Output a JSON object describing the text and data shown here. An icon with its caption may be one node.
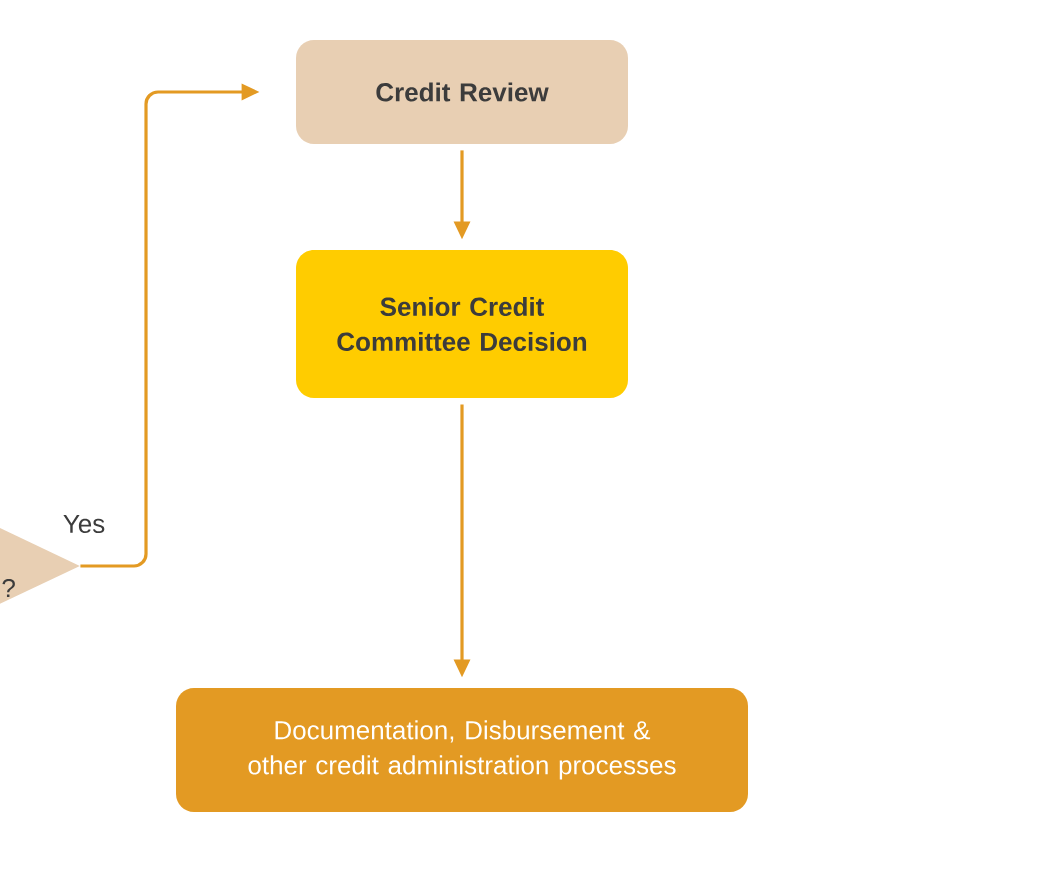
{
  "diagram": {
    "nodes": [
      {
        "text": [
          "?"
        ]
      },
      {
        "text": [
          "Credit Review"
        ]
      },
      {
        "text": [
          "Senior Credit Committee Decision"
        ]
      },
      {
        "text": [
          "Documentation, Disbursement & other credit administration processes"
        ]
      }
    ],
    "edges": [
      {
        "from": 0,
        "to": 1,
        "arrow": "to",
        "label": "Yes"
      },
      {
        "from": 1,
        "to": 2,
        "arrow": "to"
      },
      {
        "from": 2,
        "to": 3,
        "arrow": "to"
      }
    ]
  }
}
